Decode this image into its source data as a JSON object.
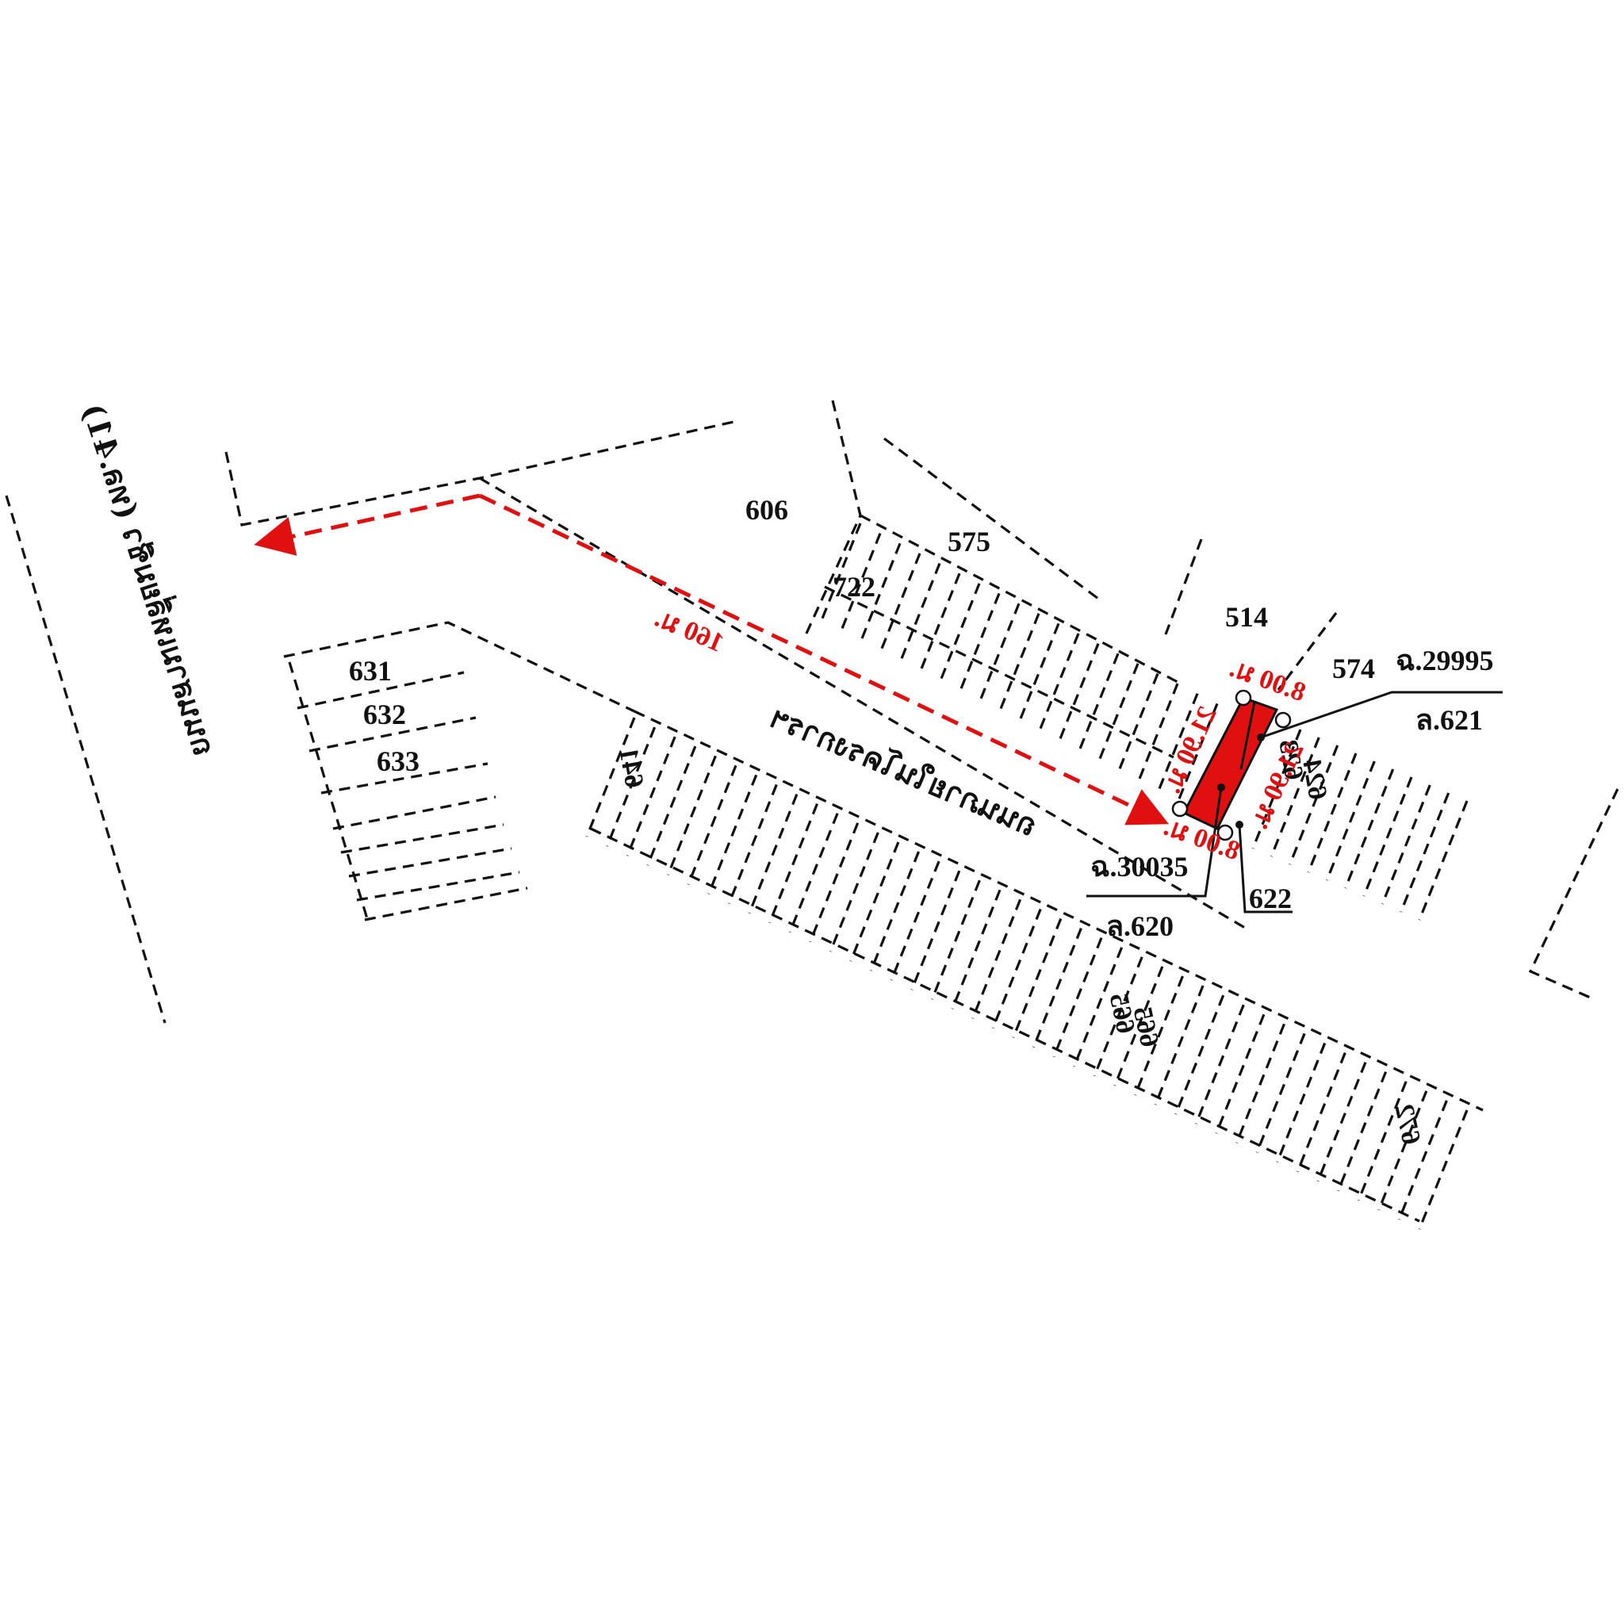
{
  "roads": {
    "main_road": "ถนนสามเหลี่ยมชีว (ทล.41)",
    "inner_road": "ถนนภายในโครงการฯ"
  },
  "distance": {
    "label": "160 ม."
  },
  "parcels": {
    "p606": "606",
    "p575": "575",
    "p722": "722",
    "p514": "514",
    "p574": "574",
    "p631": "631",
    "p632": "632",
    "p633": "633",
    "p641": "641",
    "p623": "623",
    "p624": "624",
    "p622": "622",
    "p665": "665",
    "p665b": "665",
    "p672": "672"
  },
  "callouts": {
    "north_deed": "ฉ.29995",
    "north_lot": "ล.621",
    "south_deed": "ฉ.30035",
    "south_lot": "ล.620"
  },
  "dimensions": {
    "top": "8.00 ม.",
    "left": "21.90 ม.",
    "right": "21.90 ม.",
    "bottom": "8.00 ม."
  },
  "colors": {
    "highlight": "#e01010",
    "lines": "#111111",
    "background": "#ffffff"
  }
}
